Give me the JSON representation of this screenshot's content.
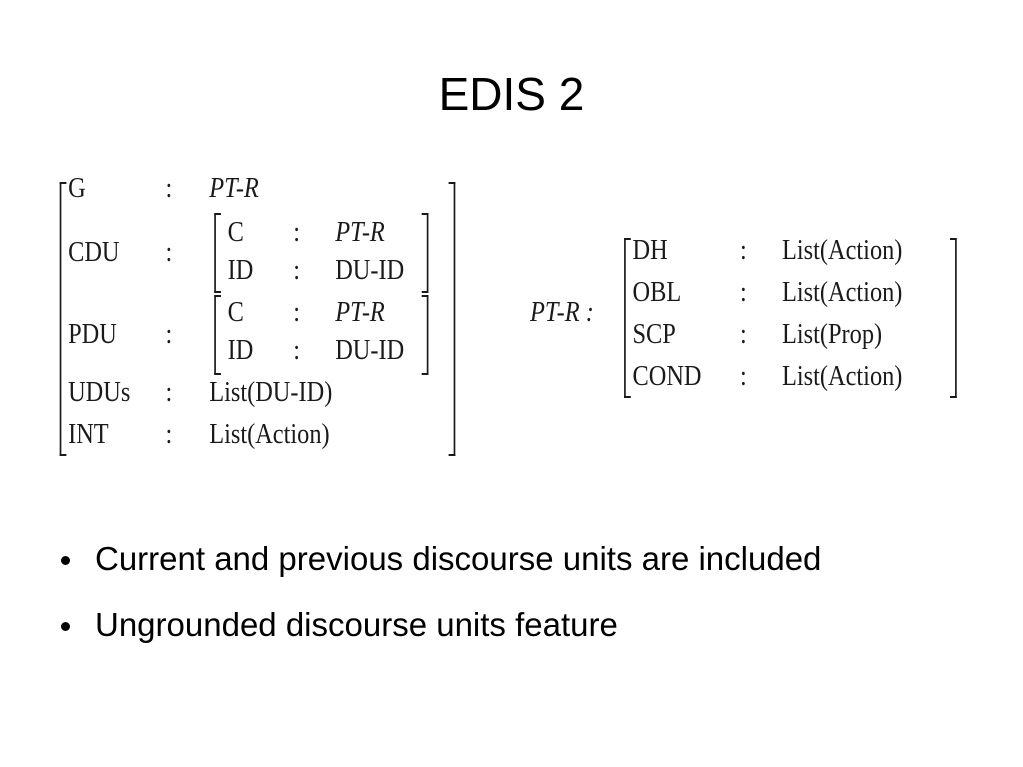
{
  "slide": {
    "title": "EDIS 2"
  },
  "left_matrix": {
    "rows": [
      {
        "attr": "G",
        "sep": ":",
        "value": "PT-R"
      },
      {
        "attr": "CDU",
        "sep": ":"
      },
      {
        "attr": "PDU",
        "sep": ":"
      },
      {
        "attr": "UDUs",
        "sep": ":",
        "value": "List(DU-ID)"
      },
      {
        "attr": "INT",
        "sep": ":",
        "value": "List(Action)"
      }
    ],
    "cdu_sub": [
      {
        "attr": "C",
        "sep": ":",
        "value": "PT-R"
      },
      {
        "attr": "ID",
        "sep": ":",
        "value": "DU-ID"
      }
    ],
    "pdu_sub": [
      {
        "attr": "C",
        "sep": ":",
        "value": "PT-R"
      },
      {
        "attr": "ID",
        "sep": ":",
        "value": "DU-ID"
      }
    ]
  },
  "right_matrix": {
    "label": "PT-R :",
    "rows": [
      {
        "attr": "DH",
        "sep": ":",
        "value": "List(Action)"
      },
      {
        "attr": "OBL",
        "sep": ":",
        "value": "List(Action)"
      },
      {
        "attr": "SCP",
        "sep": ":",
        "value": "List(Prop)"
      },
      {
        "attr": "COND",
        "sep": ":",
        "value": "List(Action)"
      }
    ]
  },
  "bullets": [
    "Current and previous discourse units are included",
    "Ungrounded discourse units feature"
  ]
}
